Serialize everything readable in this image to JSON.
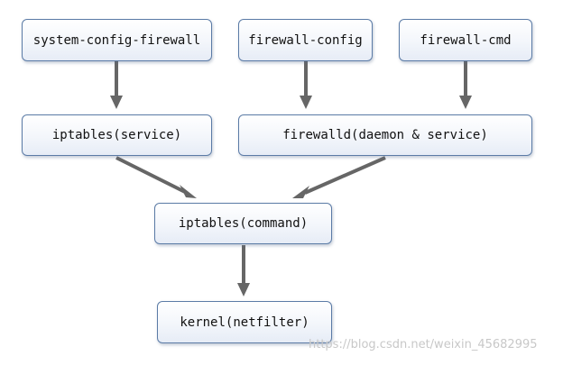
{
  "nodes": {
    "system_config_firewall": "system-config-firewall",
    "firewall_config": "firewall-config",
    "firewall_cmd": "firewall-cmd",
    "iptables_service": "iptables(service)",
    "firewalld": "firewalld(daemon & service)",
    "iptables_command": "iptables(command)",
    "kernel": "kernel(netfilter)"
  },
  "colors": {
    "box_border": "#5b7ba6",
    "arrow": "#666666"
  },
  "watermark": "https://blog.csdn.net/weixin_45682995"
}
